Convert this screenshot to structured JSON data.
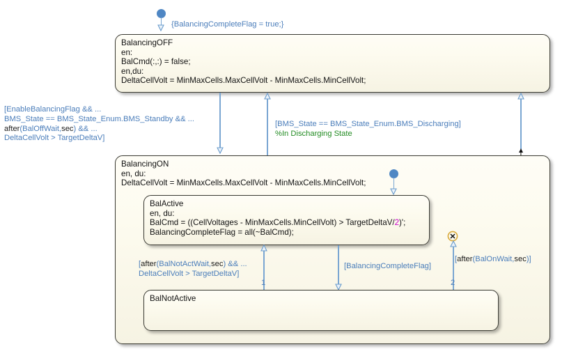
{
  "diagram": {
    "type": "stateflow-chart",
    "canvas_background": "#ffffff",
    "state_fill": "#fdfbef",
    "state_border": "#3a3a32",
    "transition_color": "#4a7dba",
    "comment_color": "#228b22",
    "literal_color": "#cc00cc"
  },
  "states": {
    "balancing_off": {
      "name": "BalancingOFF",
      "lines": [
        "BalancingOFF",
        "en:",
        "BalCmd(:,:) = false;",
        "en,du:",
        "DeltaCellVolt = MinMaxCells.MaxCellVolt - MinMaxCells.MinCellVolt;"
      ]
    },
    "balancing_on": {
      "name": "BalancingON",
      "lines": [
        "BalancingON",
        "en, du:",
        "DeltaCellVolt = MinMaxCells.MaxCellVolt - MinMaxCells.MinCellVolt;"
      ]
    },
    "bal_active": {
      "name": "BalActive",
      "line1": "BalActive",
      "line2": "en, du:",
      "line3_a": "BalCmd = ((CellVoltages - MinMaxCells.MinCellVolt) > TargetDeltaV/",
      "line3_literal": "2",
      "line3_b": ")';",
      "line4": "BalancingCompleteFlag = all(~BalCmd);"
    },
    "bal_not_active": {
      "name": "BalNotActive",
      "lines": [
        "BalNotActive"
      ]
    }
  },
  "transitions": {
    "default_top": {
      "label": "{BalancingCompleteFlag = true;}",
      "source": "default-junction",
      "target": "BalancingOFF"
    },
    "off_to_on_left": {
      "rows": [
        "[EnableBalancingFlag && ...",
        "BMS_State == BMS_State_Enum.BMS_Standby && ..."
      ],
      "row3_kw": "after",
      "row3_open": "(",
      "row3_arg": "BalOffWait,",
      "row3_unit": "sec",
      "row3_close": ") && ...",
      "row4": "DeltaCellVolt > TargetDeltaV]"
    },
    "on_to_off_mid": {
      "condition": "[BMS_State == BMS_State_Enum.BMS_Discharging]",
      "comment": "%In Discharging State"
    },
    "default_balancing_on": {
      "label": "",
      "target": "BalActive"
    },
    "not_active_to_active": {
      "row1_kw": "after",
      "row1_open": "[",
      "row1_arg": "BalNotActWait,",
      "row1_unit": "sec",
      "row1_close": ") && ...",
      "row2": "DeltaCellVolt > TargetDeltaV]",
      "priority": "1"
    },
    "active_to_not_active": {
      "label": "[BalancingCompleteFlag]"
    },
    "to_terminator": {
      "open": "[",
      "kw": "after",
      "arg": "(BalOnWait,",
      "unit": "sec",
      "close": ")]",
      "priority": "2"
    }
  },
  "icons": {
    "default_transition_dot": "filled-circle",
    "terminating_junction": "x-circle",
    "transition_arrowhead": "open-triangle"
  }
}
